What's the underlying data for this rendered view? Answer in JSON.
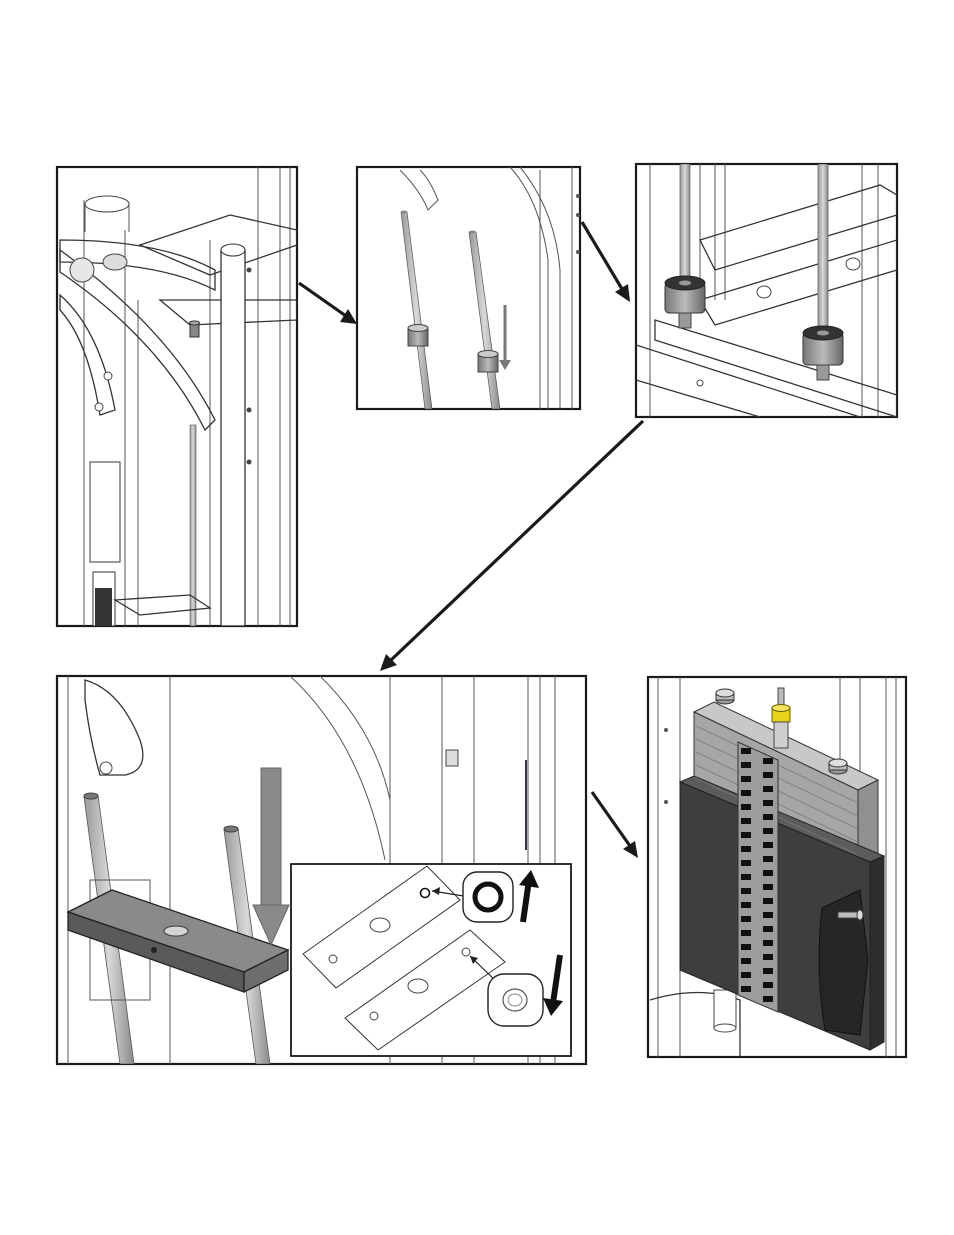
{
  "figure": {
    "panels": [
      {
        "id": "frame-top-view",
        "icon": "frame-assembly-icon"
      },
      {
        "id": "guide-rods-bushings",
        "icon": "guide-rod-bushing-icon"
      },
      {
        "id": "bushings-closeup",
        "icon": "bushing-closeup-icon"
      },
      {
        "id": "top-plate-install",
        "icon": "top-plate-icon"
      },
      {
        "id": "weight-stack-complete",
        "icon": "weight-stack-icon"
      }
    ],
    "colors": {
      "outline": "#1a1a1a",
      "metal": "#bdbdbd",
      "dark_metal": "#4a4a4a",
      "weight_plate": "#a8a8a8",
      "selector_pin": "#e8d21c"
    }
  }
}
